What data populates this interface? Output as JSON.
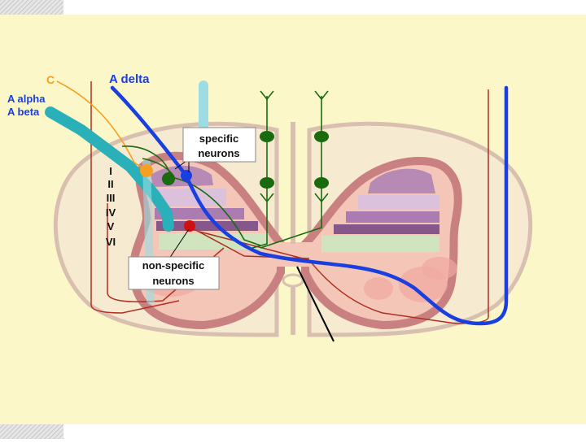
{
  "labels": {
    "c_fiber": "C",
    "a_delta": "A delta",
    "a_alpha": "A alpha",
    "a_beta": "A beta",
    "specific_line1": "specific",
    "specific_line2": "neurons",
    "nonspecific_line1": "non-specific",
    "nonspecific_line2": "neurons",
    "laminae": [
      "I",
      "II",
      "III",
      "IV",
      "V",
      "VI"
    ]
  },
  "colors": {
    "background": "#fcf7c8",
    "c_fiber": "#f5a020",
    "a_delta": "#1a3fe0",
    "a_alpha_beta": "#2ab0b8",
    "specific_neurons": "#1a6a10",
    "nonspecific_neuron": "#d01010",
    "spinothalamic": "#b03020",
    "grey_matter": "#c88080"
  },
  "icons": [
    "hatched-corner-texture"
  ]
}
